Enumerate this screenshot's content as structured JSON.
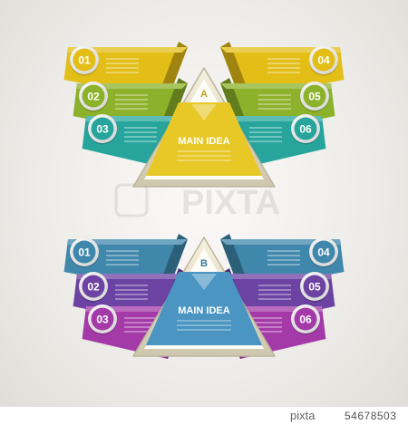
{
  "diagrams": [
    {
      "letter": "A",
      "title": "MAIN IDEA",
      "colors": {
        "c01": "#e8c21a",
        "c02": "#8aa92a",
        "c03": "#26a39a",
        "center": "#e7c827"
      },
      "items": [
        {
          "label": "01",
          "color": "#e3be17"
        },
        {
          "label": "02",
          "color": "#8bb22a"
        },
        {
          "label": "03",
          "color": "#27a59c"
        },
        {
          "label": "04",
          "color": "#e3be17"
        },
        {
          "label": "05",
          "color": "#8bb22a"
        },
        {
          "label": "06",
          "color": "#27a59c"
        }
      ]
    },
    {
      "letter": "B",
      "title": "MAIN IDEA",
      "colors": {
        "c01": "#3e89ad",
        "c02": "#6a3fa1",
        "c03": "#a43ca9",
        "center": "#4a95c1"
      },
      "items": [
        {
          "label": "01",
          "color": "#3f87ab"
        },
        {
          "label": "02",
          "color": "#6c42a3"
        },
        {
          "label": "03",
          "color": "#a43aa8"
        },
        {
          "label": "04",
          "color": "#3f87ab"
        },
        {
          "label": "05",
          "color": "#6c42a3"
        },
        {
          "label": "06",
          "color": "#a43aa8"
        }
      ]
    }
  ],
  "watermark": "PIXTA",
  "footer": {
    "brand": "pixta",
    "id": "54678503"
  }
}
